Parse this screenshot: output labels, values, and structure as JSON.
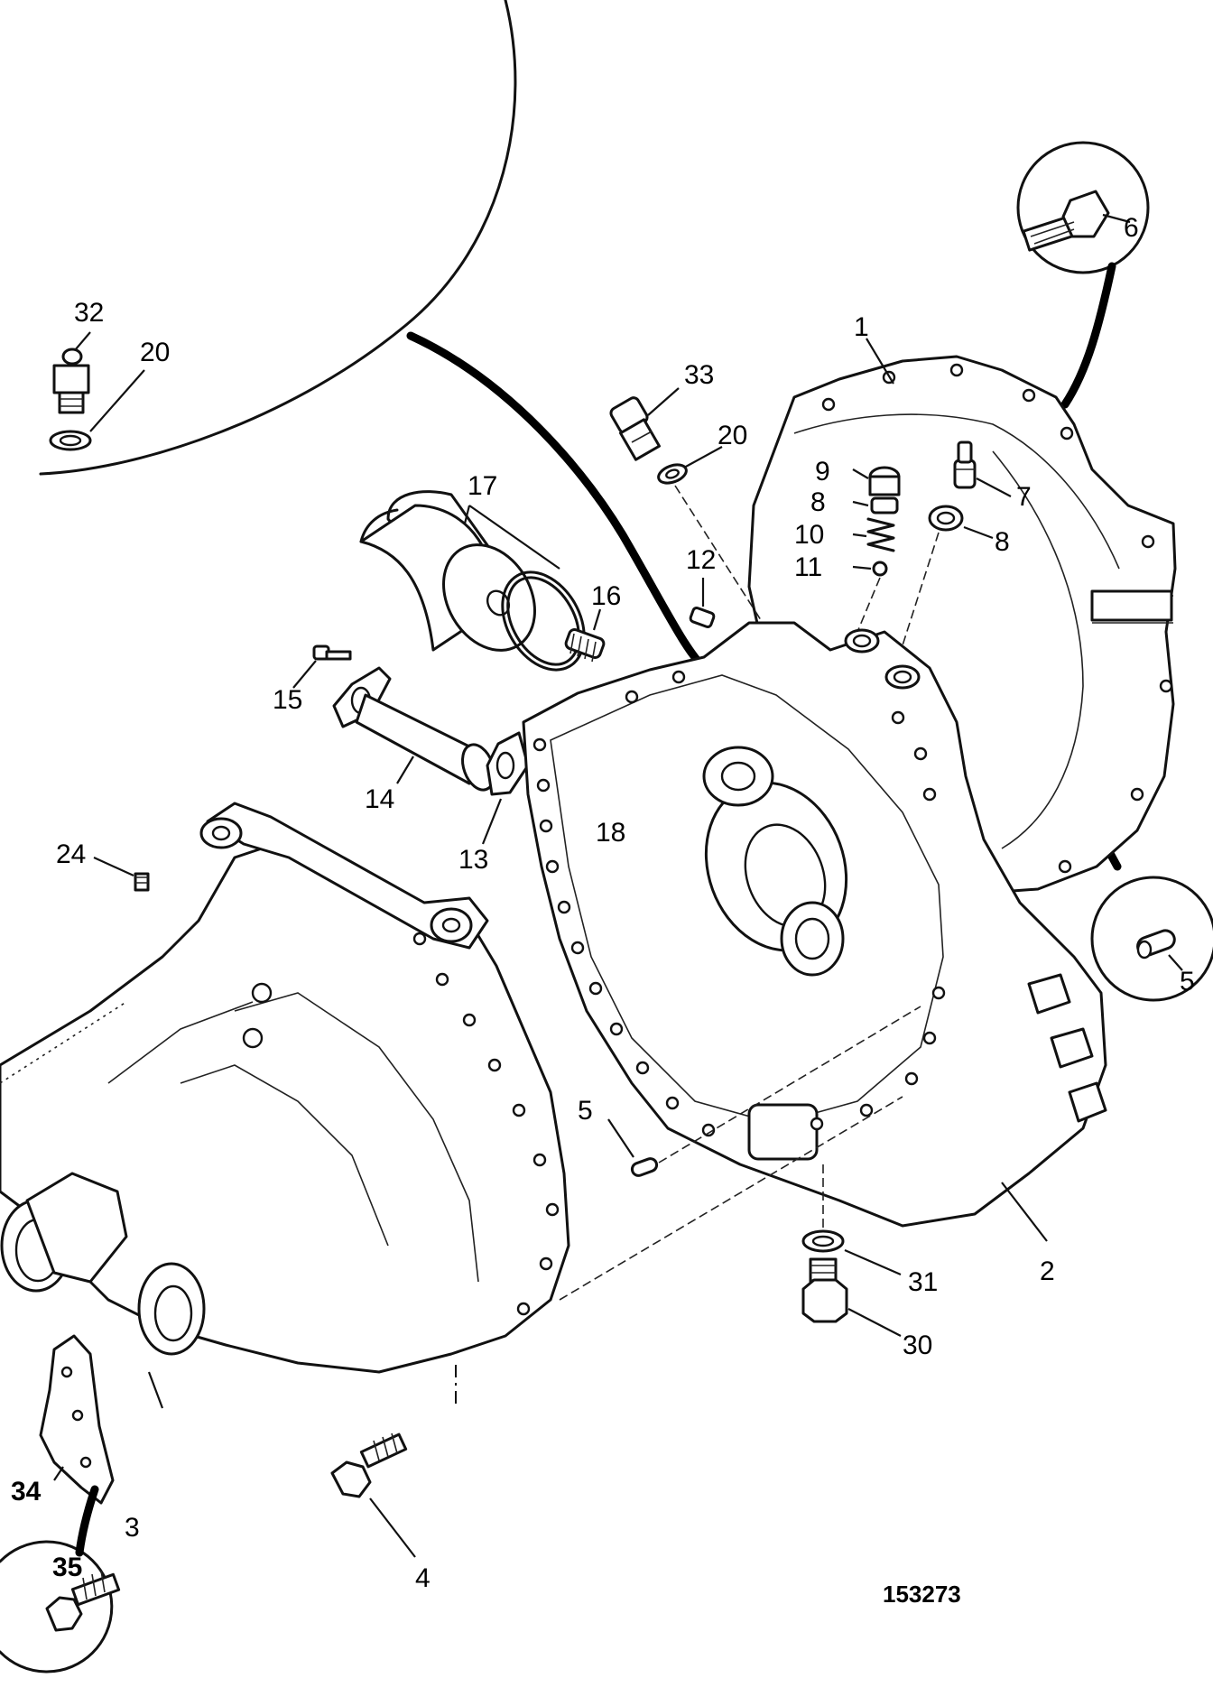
{
  "drawing": {
    "reference_number": "153273",
    "callouts": [
      {
        "id": "c1",
        "text": "1"
      },
      {
        "id": "c2",
        "text": "2"
      },
      {
        "id": "c3",
        "text": "3"
      },
      {
        "id": "c4",
        "text": "4"
      },
      {
        "id": "c5a",
        "text": "5"
      },
      {
        "id": "c5b",
        "text": "5"
      },
      {
        "id": "c6",
        "text": "6"
      },
      {
        "id": "c7",
        "text": "7"
      },
      {
        "id": "c8a",
        "text": "8"
      },
      {
        "id": "c8b",
        "text": "8"
      },
      {
        "id": "c9",
        "text": "9"
      },
      {
        "id": "c10",
        "text": "10"
      },
      {
        "id": "c11",
        "text": "11"
      },
      {
        "id": "c12",
        "text": "12"
      },
      {
        "id": "c13",
        "text": "13"
      },
      {
        "id": "c14",
        "text": "14"
      },
      {
        "id": "c15",
        "text": "15"
      },
      {
        "id": "c16",
        "text": "16"
      },
      {
        "id": "c17",
        "text": "17"
      },
      {
        "id": "c18",
        "text": "18"
      },
      {
        "id": "c20a",
        "text": "20"
      },
      {
        "id": "c20b",
        "text": "20"
      },
      {
        "id": "c24",
        "text": "24"
      },
      {
        "id": "c30",
        "text": "30"
      },
      {
        "id": "c31",
        "text": "31"
      },
      {
        "id": "c32",
        "text": "32"
      },
      {
        "id": "c33",
        "text": "33"
      },
      {
        "id": "c34",
        "text": "34"
      },
      {
        "id": "c35",
        "text": "35"
      }
    ]
  }
}
